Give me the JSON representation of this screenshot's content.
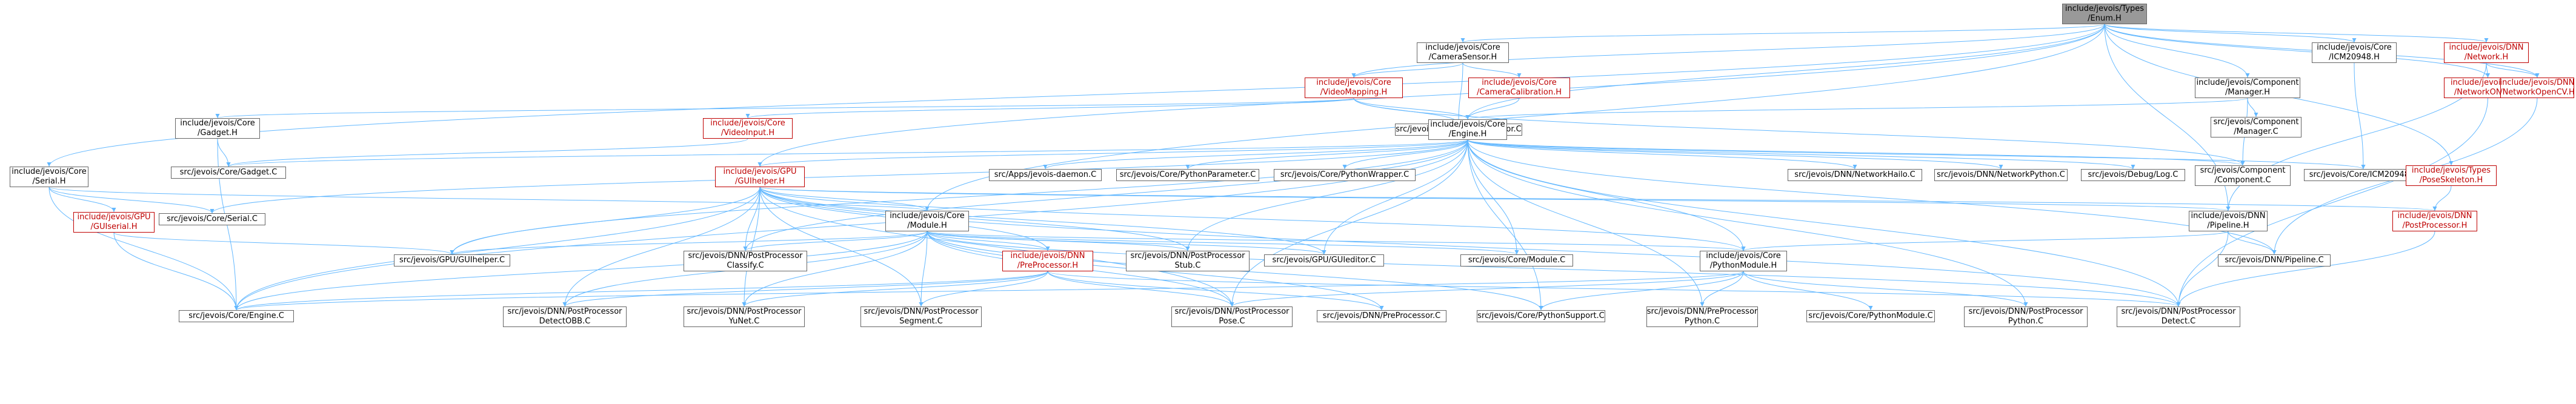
{
  "graph": {
    "colors": {
      "edge": "#63b8ff",
      "node_border": "#666666",
      "root_fill": "#999999",
      "red": "#bf0000"
    },
    "nodes": [
      {
        "id": "enum",
        "label": "include/jevois/Types\n/Enum.H",
        "style": "root"
      },
      {
        "id": "camsensorh",
        "label": "include/jevois/Core\n/CameraSensor.H"
      },
      {
        "id": "icmh",
        "label": "include/jevois/Core\n/ICM20948.H"
      },
      {
        "id": "network",
        "label": "include/jevois/DNN\n/Network.H",
        "style": "red"
      },
      {
        "id": "videomapping",
        "label": "include/jevois/Core\n/VideoMapping.H",
        "style": "red"
      },
      {
        "id": "camcal",
        "label": "include/jevois/Core\n/CameraCalibration.H",
        "style": "red"
      },
      {
        "id": "component",
        "label": "include/jevois/Component\n/Manager.H"
      },
      {
        "id": "netonnx",
        "label": "include/jevois/DNN\n/NetworkONNX.H",
        "style": "red"
      },
      {
        "id": "netopencv",
        "label": "include/jevois/DNN\n/NetworkOpenCV.H",
        "style": "red"
      },
      {
        "id": "gadgeth",
        "label": "include/jevois/Core\n/Gadget.H"
      },
      {
        "id": "videoinput",
        "label": "include/jevois/Core\n/VideoInput.H",
        "style": "red"
      },
      {
        "id": "camsensorc",
        "label": "src/jevois/Core/CameraSensor.C"
      },
      {
        "id": "engineh",
        "label": "include/jevois/Core\n/Engine.H"
      },
      {
        "id": "managerc",
        "label": "src/jevois/Component\n/Manager.C"
      },
      {
        "id": "serialh",
        "label": "include/jevois/Core\n/Serial.H"
      },
      {
        "id": "gadgetc",
        "label": "src/jevois/Core/Gadget.C"
      },
      {
        "id": "guihelper",
        "label": "include/jevois/GPU\n/GUIhelper.H",
        "style": "red"
      },
      {
        "id": "jevoisdaemon",
        "label": "src/Apps/jevois-daemon.C"
      },
      {
        "id": "pyparam",
        "label": "src/jevois/Core/PythonParameter.C"
      },
      {
        "id": "pywrapper",
        "label": "src/jevois/Core/PythonWrapper.C"
      },
      {
        "id": "nethailo",
        "label": "src/jevois/DNN/NetworkHailo.C"
      },
      {
        "id": "netpython",
        "label": "src/jevois/DNN/NetworkPython.C"
      },
      {
        "id": "debuglog",
        "label": "src/jevois/Debug/Log.C"
      },
      {
        "id": "componentc",
        "label": "src/jevois/Component\n/Component.C"
      },
      {
        "id": "icmc",
        "label": "src/jevois/Core/ICM20948.C"
      },
      {
        "id": "poseskel",
        "label": "include/jevois/Types\n/PoseSkeleton.H",
        "style": "red"
      },
      {
        "id": "guisignal",
        "label": "include/jevois/GPU\n/GUIserial.H",
        "style": "red"
      },
      {
        "id": "serialc",
        "label": "src/jevois/Core/Serial.C"
      },
      {
        "id": "moduleh",
        "label": "include/jevois/Core\n/Module.H"
      },
      {
        "id": "pipelineh",
        "label": "include/jevois/DNN\n/Pipeline.H"
      },
      {
        "id": "postprocessorh",
        "label": "include/jevois/DNN\n/PostProcessor.H",
        "style": "red"
      },
      {
        "id": "guihelperc",
        "label": "src/jevois/GPU/GUIhelper.C"
      },
      {
        "id": "ppclassify",
        "label": "src/jevois/DNN/PostProcessor\nClassify.C"
      },
      {
        "id": "ppstub",
        "label": "src/jevois/DNN/PostProcessor\nStub.C"
      },
      {
        "id": "guieditor",
        "label": "src/jevois/GPU/GUIeditor.C"
      },
      {
        "id": "modulec",
        "label": "src/jevois/Core/Module.C"
      },
      {
        "id": "pymoduleh",
        "label": "include/jevois/Core\n/PythonModule.H"
      },
      {
        "id": "pipelinec",
        "label": "src/jevois/DNN/Pipeline.C"
      },
      {
        "id": "preprocessorh",
        "label": "include/jevois/DNN\n/PreProcessor.H",
        "style": "red"
      },
      {
        "id": "enginec",
        "label": "src/jevois/Core/Engine.C"
      },
      {
        "id": "ppdetectobb",
        "label": "src/jevois/DNN/PostProcessor\nDetectOBB.C"
      },
      {
        "id": "ppyunet",
        "label": "src/jevois/DNN/PostProcessor\nYuNet.C"
      },
      {
        "id": "ppsegment",
        "label": "src/jevois/DNN/PostProcessor\nSegment.C"
      },
      {
        "id": "pppose",
        "label": "src/jevois/DNN/PostProcessor\nPose.C"
      },
      {
        "id": "preprocc",
        "label": "src/jevois/DNN/PreProcessor.C"
      },
      {
        "id": "pysupport",
        "label": "src/jevois/Core/PythonSupport.C"
      },
      {
        "id": "prepython",
        "label": "src/jevois/DNN/PreProcessor\nPython.C"
      },
      {
        "id": "pymodulec",
        "label": "src/jevois/Core/PythonModule.C"
      },
      {
        "id": "pppython",
        "label": "src/jevois/DNN/PostProcessor\nPython.C"
      },
      {
        "id": "ppdetect",
        "label": "src/jevois/DNN/PostProcessor\nDetect.C"
      }
    ],
    "edges": [
      [
        "enum",
        "camsensorh"
      ],
      [
        "enum",
        "icmh"
      ],
      [
        "enum",
        "network"
      ],
      [
        "enum",
        "videomapping"
      ],
      [
        "enum",
        "component"
      ],
      [
        "enum",
        "netonnx"
      ],
      [
        "enum",
        "netopencv"
      ],
      [
        "enum",
        "engineh"
      ],
      [
        "enum",
        "serialh"
      ],
      [
        "enum",
        "guihelper"
      ],
      [
        "enum",
        "poseskel"
      ],
      [
        "enum",
        "pipelineh"
      ],
      [
        "enum",
        "moduleh"
      ],
      [
        "camsensorh",
        "camcal"
      ],
      [
        "camsensorh",
        "camsensorc"
      ],
      [
        "camsensorh",
        "videomapping"
      ],
      [
        "icmh",
        "icmc"
      ],
      [
        "network",
        "netonnx"
      ],
      [
        "network",
        "netopencv"
      ],
      [
        "network",
        "pipelineh"
      ],
      [
        "videomapping",
        "gadgeth"
      ],
      [
        "videomapping",
        "videoinput"
      ],
      [
        "videomapping",
        "camsensorc"
      ],
      [
        "videomapping",
        "engineh"
      ],
      [
        "videomapping",
        "componentc"
      ],
      [
        "camcal",
        "engineh"
      ],
      [
        "component",
        "engineh"
      ],
      [
        "component",
        "managerc"
      ],
      [
        "component",
        "componentc"
      ],
      [
        "netonnx",
        "ppdetect"
      ],
      [
        "netopencv",
        "pipelinec"
      ],
      [
        "gadgeth",
        "gadgetc"
      ],
      [
        "gadgeth",
        "enginec"
      ],
      [
        "videoinput",
        "gadgetc"
      ],
      [
        "engineh",
        "gadgetc"
      ],
      [
        "engineh",
        "guihelper"
      ],
      [
        "engineh",
        "jevoisdaemon"
      ],
      [
        "engineh",
        "pyparam"
      ],
      [
        "engineh",
        "pywrapper"
      ],
      [
        "engineh",
        "nethailo"
      ],
      [
        "engineh",
        "netpython"
      ],
      [
        "engineh",
        "debuglog"
      ],
      [
        "engineh",
        "componentc"
      ],
      [
        "engineh",
        "icmc"
      ],
      [
        "engineh",
        "serialc"
      ],
      [
        "engineh",
        "enginec"
      ],
      [
        "engineh",
        "guihelperc"
      ],
      [
        "engineh",
        "guieditor"
      ],
      [
        "engineh",
        "modulec"
      ],
      [
        "engineh",
        "pymoduleh"
      ],
      [
        "engineh",
        "ppstub"
      ],
      [
        "engineh",
        "ppclassify"
      ],
      [
        "engineh",
        "pppose"
      ],
      [
        "engineh",
        "ppdetect"
      ],
      [
        "engineh",
        "pysupport"
      ],
      [
        "engineh",
        "prepython"
      ],
      [
        "engineh",
        "pppython"
      ],
      [
        "engineh",
        "pipelinec"
      ],
      [
        "serialh",
        "guisignal"
      ],
      [
        "serialh",
        "serialc"
      ],
      [
        "serialh",
        "moduleh"
      ],
      [
        "serialh",
        "enginec"
      ],
      [
        "guihelper",
        "moduleh"
      ],
      [
        "guihelper",
        "pipelineh"
      ],
      [
        "guihelper",
        "postprocessorh"
      ],
      [
        "guihelper",
        "guihelperc"
      ],
      [
        "guihelper",
        "ppclassify"
      ],
      [
        "guihelper",
        "ppstub"
      ],
      [
        "guihelper",
        "guieditor"
      ],
      [
        "guihelper",
        "preprocessorh"
      ],
      [
        "guihelper",
        "enginec"
      ],
      [
        "guihelper",
        "ppdetectobb"
      ],
      [
        "guihelper",
        "ppyunet"
      ],
      [
        "guihelper",
        "ppsegment"
      ],
      [
        "guihelper",
        "pppose"
      ],
      [
        "guihelper",
        "ppdetect"
      ],
      [
        "guihelper",
        "pymoduleh"
      ],
      [
        "guisignal",
        "guihelperc"
      ],
      [
        "guisignal",
        "enginec"
      ],
      [
        "poseskel",
        "postprocessorh"
      ],
      [
        "moduleh",
        "guihelperc"
      ],
      [
        "moduleh",
        "ppclassify"
      ],
      [
        "moduleh",
        "ppstub"
      ],
      [
        "moduleh",
        "guieditor"
      ],
      [
        "moduleh",
        "modulec"
      ],
      [
        "moduleh",
        "pymoduleh"
      ],
      [
        "moduleh",
        "preprocessorh"
      ],
      [
        "moduleh",
        "enginec"
      ],
      [
        "moduleh",
        "ppdetectobb"
      ],
      [
        "moduleh",
        "ppyunet"
      ],
      [
        "moduleh",
        "ppsegment"
      ],
      [
        "moduleh",
        "pppose"
      ],
      [
        "moduleh",
        "preprocc"
      ],
      [
        "moduleh",
        "pysupport"
      ],
      [
        "moduleh",
        "ppdetect"
      ],
      [
        "pipelineh",
        "pipelinec"
      ],
      [
        "pipelineh",
        "ppdetect"
      ],
      [
        "pipelineh",
        "pymoduleh"
      ],
      [
        "pymoduleh",
        "enginec"
      ],
      [
        "pymoduleh",
        "pysupport"
      ],
      [
        "pymoduleh",
        "prepython"
      ],
      [
        "pymoduleh",
        "pymodulec"
      ],
      [
        "pymoduleh",
        "pppython"
      ],
      [
        "pymoduleh",
        "pppose"
      ],
      [
        "preprocessorh",
        "preprocc"
      ],
      [
        "preprocessorh",
        "ppdetectobb"
      ],
      [
        "preprocessorh",
        "ppyunet"
      ],
      [
        "preprocessorh",
        "ppsegment"
      ],
      [
        "preprocessorh",
        "enginec"
      ],
      [
        "preprocessorh",
        "pppose"
      ],
      [
        "preprocessorh",
        "ppdetect"
      ],
      [
        "postprocessorh",
        "ppdetect"
      ]
    ]
  }
}
